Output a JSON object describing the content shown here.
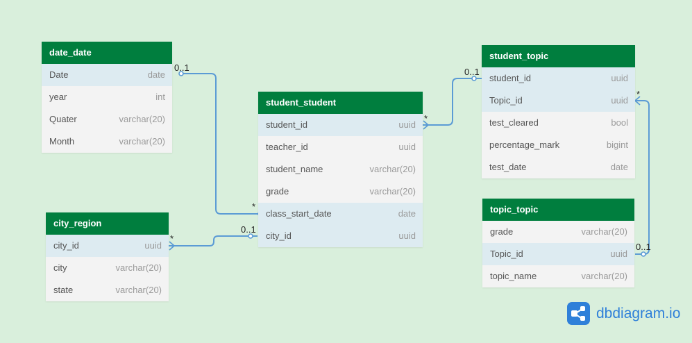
{
  "brand": {
    "name": "dbdiagram.io",
    "icon": "dbdiagram-logo-icon",
    "color": "#2f80d9"
  },
  "colors": {
    "background": "#d9efdc",
    "header": "#007e3e",
    "highlight_row": "#ddebf1",
    "relation_line": "#5b9bd5"
  },
  "tables": [
    {
      "name": "date_date",
      "columns": [
        {
          "name": "Date",
          "type": "date",
          "highlighted": true
        },
        {
          "name": "year",
          "type": "int",
          "highlighted": false
        },
        {
          "name": "Quater",
          "type": "varchar(20)",
          "highlighted": false
        },
        {
          "name": "Month",
          "type": "varchar(20)",
          "highlighted": false
        }
      ]
    },
    {
      "name": "city_region",
      "columns": [
        {
          "name": "city_id",
          "type": "uuid",
          "highlighted": true
        },
        {
          "name": "city",
          "type": "varchar(20)",
          "highlighted": false
        },
        {
          "name": "state",
          "type": "varchar(20)",
          "highlighted": false
        }
      ]
    },
    {
      "name": "student_student",
      "columns": [
        {
          "name": "student_id",
          "type": "uuid",
          "highlighted": true
        },
        {
          "name": "teacher_id",
          "type": "uuid",
          "highlighted": false
        },
        {
          "name": "student_name",
          "type": "varchar(20)",
          "highlighted": false
        },
        {
          "name": "grade",
          "type": "varchar(20)",
          "highlighted": false
        },
        {
          "name": "class_start_date",
          "type": "date",
          "highlighted": true
        },
        {
          "name": "city_id",
          "type": "uuid",
          "highlighted": true
        }
      ]
    },
    {
      "name": "student_topic",
      "columns": [
        {
          "name": "student_id",
          "type": "uuid",
          "highlighted": true
        },
        {
          "name": "Topic_id",
          "type": "uuid",
          "highlighted": true
        },
        {
          "name": "test_cleared",
          "type": "bool",
          "highlighted": false
        },
        {
          "name": "percentage_mark",
          "type": "bigint",
          "highlighted": false
        },
        {
          "name": "test_date",
          "type": "date",
          "highlighted": false
        }
      ]
    },
    {
      "name": "topic_topic",
      "columns": [
        {
          "name": "grade",
          "type": "varchar(20)",
          "highlighted": false
        },
        {
          "name": "Topic_id",
          "type": "uuid",
          "highlighted": true
        },
        {
          "name": "topic_name",
          "type": "varchar(20)",
          "highlighted": false
        }
      ]
    }
  ],
  "relations": [
    {
      "from": "date_date.Date",
      "to": "student_student.class_start_date",
      "from_card": "0..1",
      "to_card": "*"
    },
    {
      "from": "student_student.city_id",
      "to": "city_region.city_id",
      "from_card": "0..1",
      "to_card": "*"
    },
    {
      "from": "student_topic.student_id",
      "to": "student_student.student_id",
      "from_card": "0..1",
      "to_card": "*"
    },
    {
      "from": "topic_topic.Topic_id",
      "to": "student_topic.Topic_id",
      "from_card": "0..1",
      "to_card": "*"
    }
  ]
}
